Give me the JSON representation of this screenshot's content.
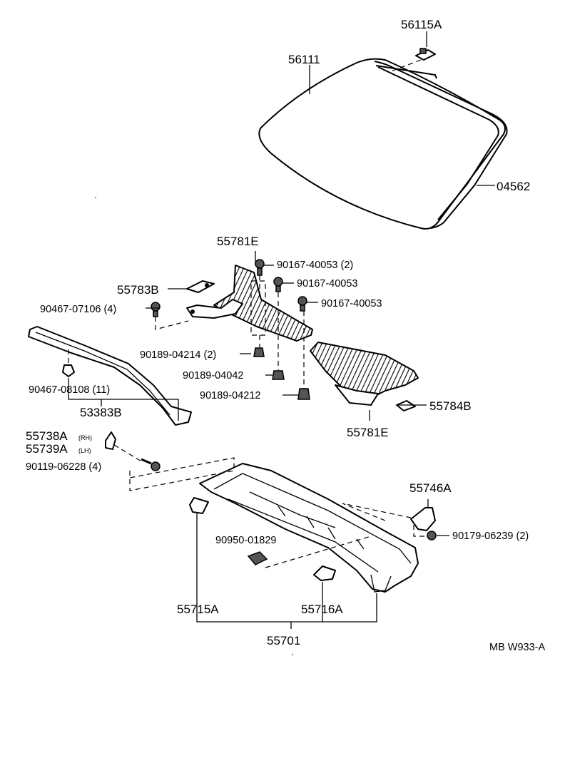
{
  "parts": {
    "p56115A": "56115A",
    "p56111": "56111",
    "p04562": "04562",
    "p55781E_top": "55781E",
    "p90167_40053_2": "90167-40053 (2)",
    "p55783B": "55783B",
    "p90167_40053_a": "90167-40053",
    "p90467_07106": "90467-07106 (4)",
    "p90167_40053_b": "90167-40053",
    "p90189_04214": "90189-04214 (2)",
    "p90189_04042": "90189-04042",
    "p90467_08108": "90467-08108 (11)",
    "p90189_04212": "90189-04212",
    "p53383B": "53383B",
    "p55784B": "55784B",
    "p55781E_bottom": "55781E",
    "p55738A": "55738A",
    "p55738A_side": "(RH)",
    "p55739A": "55739A",
    "p55739A_side": "(LH)",
    "p90119_06228": "90119-06228 (4)",
    "p55746A": "55746A",
    "p90950_01829": "90950-01829",
    "p90179_06239": "90179-06239 (2)",
    "p55715A": "55715A",
    "p55716A": "55716A",
    "p55701": "55701"
  },
  "figure_code": "MB W933-A"
}
